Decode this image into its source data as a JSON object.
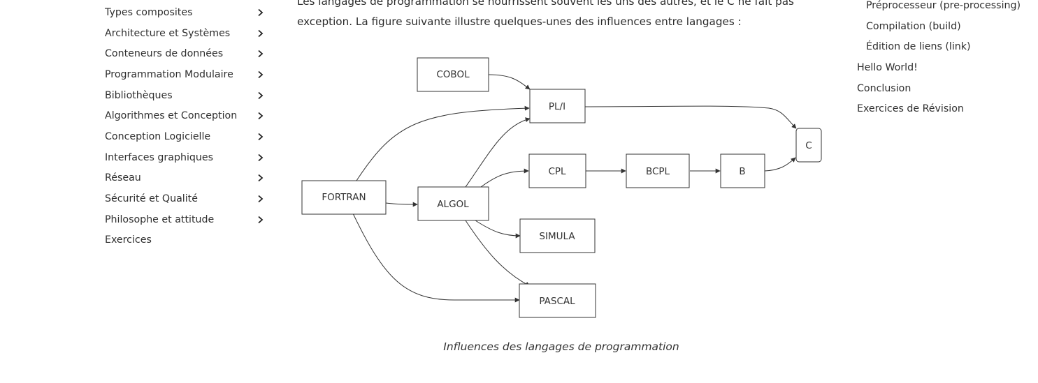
{
  "left_nav": {
    "items": [
      {
        "label": "Types composites",
        "has_children": true
      },
      {
        "label": "Architecture et Systèmes",
        "has_children": true
      },
      {
        "label": "Conteneurs de données",
        "has_children": true
      },
      {
        "label": "Programmation Modulaire",
        "has_children": true
      },
      {
        "label": "Bibliothèques",
        "has_children": true
      },
      {
        "label": "Algorithmes et Conception",
        "has_children": true
      },
      {
        "label": "Conception Logicielle",
        "has_children": true
      },
      {
        "label": "Interfaces graphiques",
        "has_children": true
      },
      {
        "label": "Réseau",
        "has_children": true
      },
      {
        "label": "Sécurité et Qualité",
        "has_children": true
      },
      {
        "label": "Philosophe et attitude",
        "has_children": true
      },
      {
        "label": "Exercices",
        "has_children": false
      }
    ],
    "chevron_icon": "chevron-right-icon"
  },
  "main": {
    "paragraph_line1": "Les langages de programmation se nourrissent souvent les uns des autres, et le C ne fait pas",
    "paragraph_line2": "exception. La figure suivante illustre quelques-unes des influences entre langages :",
    "figure": {
      "nodes": {
        "cobol": "COBOL",
        "pli": "PL/I",
        "fortran": "FORTRAN",
        "algol": "ALGOL",
        "cpl": "CPL",
        "bcpl": "BCPL",
        "b": "B",
        "c": "C",
        "simula": "SIMULA",
        "pascal": "PASCAL"
      },
      "caption": "Influences des langages de programmation"
    }
  },
  "toc": {
    "items": [
      {
        "label": "Préprocesseur (pre-processing)",
        "level": 2
      },
      {
        "label": "Compilation (build)",
        "level": 2
      },
      {
        "label": "Édition de liens (link)",
        "level": 2
      },
      {
        "label": "Hello World!",
        "level": 1
      },
      {
        "label": "Conclusion",
        "level": 1
      },
      {
        "label": "Exercices de Révision",
        "level": 1
      }
    ]
  },
  "colors": {
    "text": "#2b2b2b",
    "diagram_stroke": "#333333",
    "background": "#ffffff"
  }
}
